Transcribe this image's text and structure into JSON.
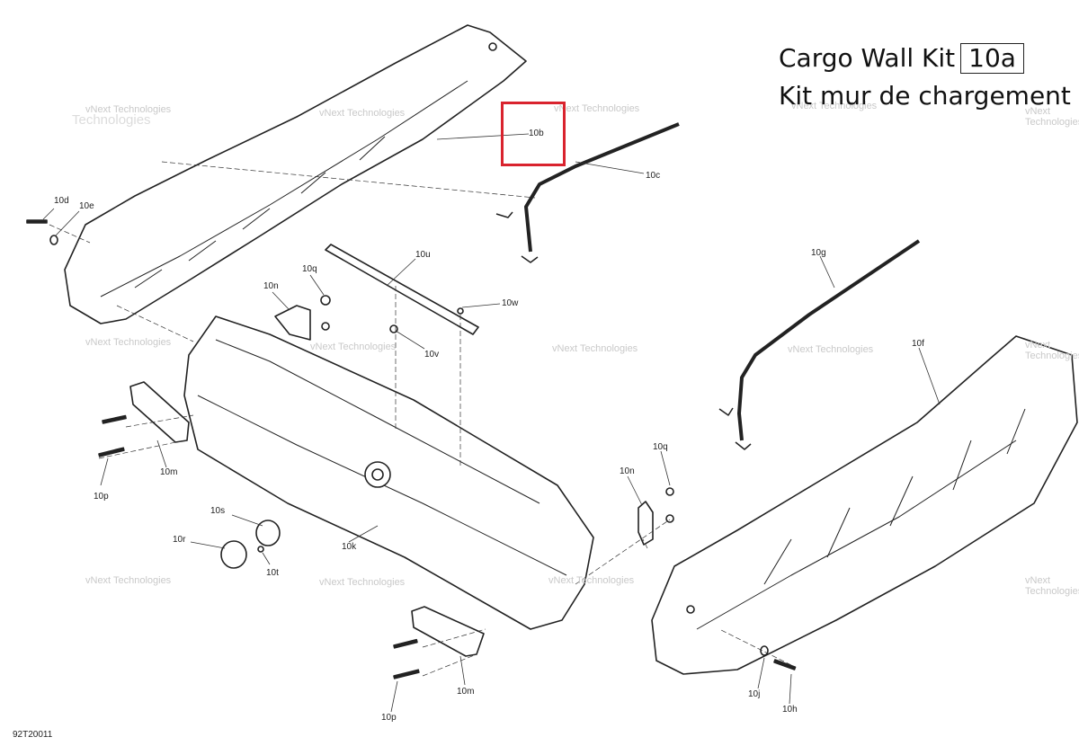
{
  "title_en": "Cargo Wall Kit",
  "kit_number": "10a",
  "title_fr": "Kit mur de chargement",
  "diagram_code": "92T20011",
  "watermark_line1": "vNext Technologies",
  "watermark_line2": "Technologies",
  "highlight_color": "#d9232e",
  "callouts": {
    "c10b": "10b",
    "c10c": "10c",
    "c10d": "10d",
    "c10e": "10e",
    "c10u": "10u",
    "c10q_a": "10q",
    "c10n_a": "10n",
    "c10w": "10w",
    "c10v": "10v",
    "c10m_a": "10m",
    "c10p_a": "10p",
    "c10s": "10s",
    "c10r": "10r",
    "c10t": "10t",
    "c10k": "10k",
    "c10m_b": "10m",
    "c10p_b": "10p",
    "c10g": "10g",
    "c10f": "10f",
    "c10q_b": "10q",
    "c10n_b": "10n",
    "c10j": "10j",
    "c10h": "10h"
  }
}
